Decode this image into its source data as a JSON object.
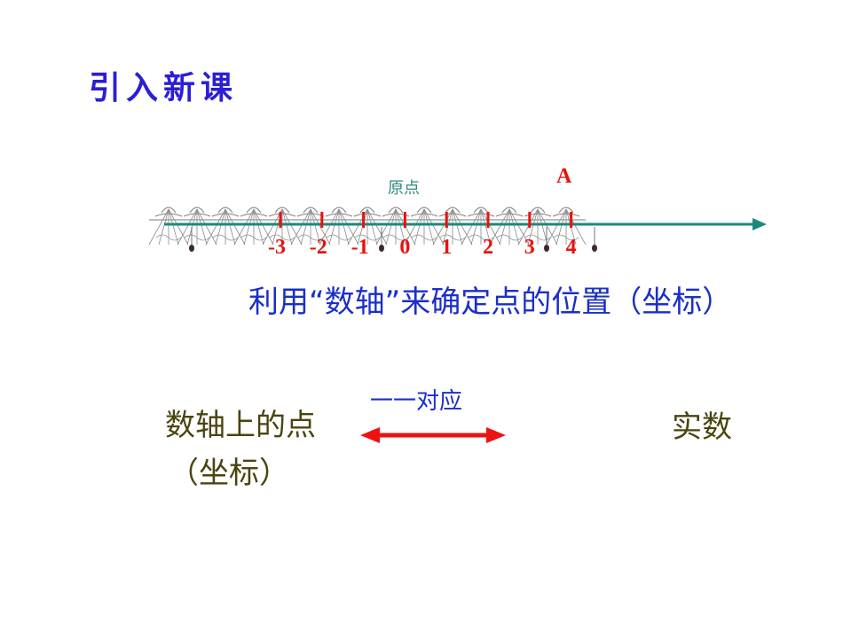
{
  "title": "引入新课",
  "number_line": {
    "origin_label": "原点",
    "point_label": "A",
    "tick_labels": [
      "-3",
      "-2",
      "-1",
      "0",
      "1",
      "2",
      "3",
      "4"
    ],
    "axis_color": "#1a8a7a",
    "tick_color": "#e8120e"
  },
  "sentence": "利用“数轴”来确定点的位置（坐标）",
  "mapping": {
    "left_term": "数轴上的点",
    "left_term_sub": "（坐标）",
    "arrow_caption": "一一对应",
    "right_term": "实数",
    "arrow_color": "#ee1111"
  }
}
